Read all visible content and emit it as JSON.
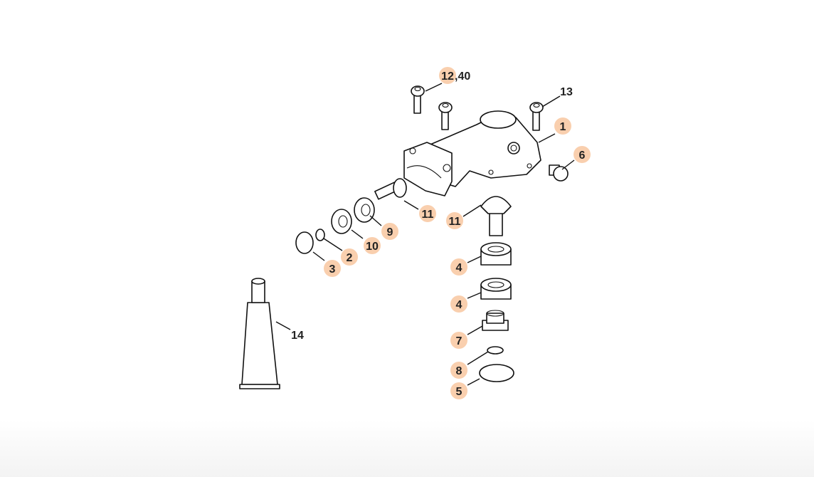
{
  "diagram": {
    "highlight_color": "#f9cfae",
    "callouts": [
      {
        "id": "c12",
        "label": "12",
        "suffix": ",40",
        "highlighted": true
      },
      {
        "id": "c13",
        "label": "13",
        "highlighted": false
      },
      {
        "id": "c1",
        "label": "1",
        "highlighted": true
      },
      {
        "id": "c6",
        "label": "6",
        "highlighted": true
      },
      {
        "id": "c11a",
        "label": "11",
        "highlighted": true
      },
      {
        "id": "c9",
        "label": "9",
        "highlighted": true
      },
      {
        "id": "c10",
        "label": "10",
        "highlighted": true
      },
      {
        "id": "c2",
        "label": "2",
        "highlighted": true
      },
      {
        "id": "c3",
        "label": "3",
        "highlighted": true
      },
      {
        "id": "c11b",
        "label": "11",
        "highlighted": true
      },
      {
        "id": "c4a",
        "label": "4",
        "highlighted": true
      },
      {
        "id": "c4b",
        "label": "4",
        "highlighted": true
      },
      {
        "id": "c7",
        "label": "7",
        "highlighted": true
      },
      {
        "id": "c8",
        "label": "8",
        "highlighted": true
      },
      {
        "id": "c5",
        "label": "5",
        "highlighted": true
      },
      {
        "id": "c14",
        "label": "14",
        "highlighted": false
      }
    ]
  }
}
